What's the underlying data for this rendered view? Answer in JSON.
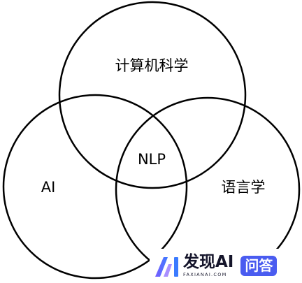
{
  "diagram": {
    "sets": [
      {
        "key": "computer_science",
        "label": "计算机科学"
      },
      {
        "key": "ai",
        "label": "AI"
      },
      {
        "key": "linguistics",
        "label": "语言学"
      }
    ],
    "intersection_label": "NLP"
  },
  "watermark": {
    "title": "发现AI",
    "subtitle": "FAXIANAI.COM",
    "badge": "问答",
    "colors": {
      "mark_start": "#7a5cff",
      "mark_end": "#3b7bff",
      "badge_bg": "#4a5cf0"
    }
  }
}
